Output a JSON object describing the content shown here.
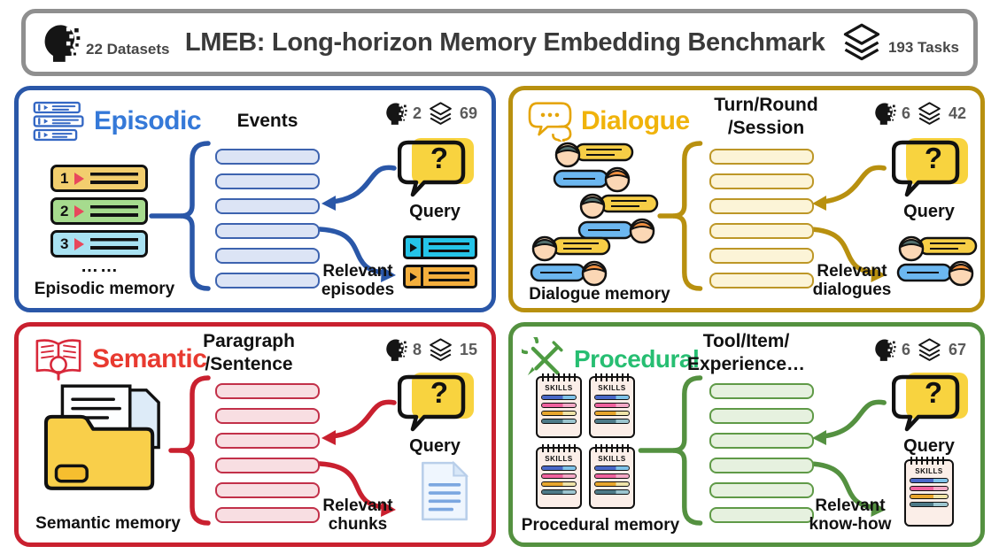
{
  "header": {
    "title": "LMEB: Long-horizon Memory Embedding Benchmark",
    "datasets_label": "22 Datasets",
    "tasks_label": "193 Tasks"
  },
  "query_mark": "?",
  "quadrants": {
    "episodic": {
      "title": "Episodic",
      "datasets_count": "2",
      "tasks_count": "69",
      "column_header": [
        "Events",
        ""
      ],
      "item_numbers": [
        "1",
        "2",
        "3"
      ],
      "ellipsis": "……",
      "memory_label": "Episodic memory",
      "query_label": "Query",
      "relevant": [
        "Relevant",
        "episodes"
      ]
    },
    "dialogue": {
      "title": "Dialogue",
      "datasets_count": "6",
      "tasks_count": "42",
      "column_header": [
        "Turn/Round",
        "/Session"
      ],
      "memory_label": "Dialogue memory",
      "query_label": "Query",
      "relevant": [
        "Relevant",
        "dialogues"
      ]
    },
    "semantic": {
      "title": "Semantic",
      "datasets_count": "8",
      "tasks_count": "15",
      "column_header": [
        "Paragraph",
        "/Sentence"
      ],
      "memory_label": "Semantic memory",
      "query_label": "Query",
      "relevant": [
        "Relevant",
        "chunks"
      ]
    },
    "procedural": {
      "title": "Procedural",
      "datasets_count": "6",
      "tasks_count": "67",
      "column_header": [
        "Tool/Item/",
        "Experience…"
      ],
      "skills_label": "SKILLS",
      "memory_label": "Procedural memory",
      "query_label": "Query",
      "relevant": [
        "Relevant",
        "know-how"
      ]
    }
  },
  "colors": {
    "banner_border": "#8F8F8F",
    "episodic_accent": "#2A57A8",
    "episodic_title": "#3579D8",
    "episodic_slot_fill": "#DCE4F5",
    "episodic_slot_border": "#3D63AF",
    "dialogue_accent": "#B8900F",
    "dialogue_title": "#F0B30B",
    "dialogue_slot_fill": "#FCF4D7",
    "dialogue_slot_border": "#BD9727",
    "semantic_accent": "#C9202F",
    "semantic_title": "#E83A30",
    "semantic_slot_fill": "#F8DEE2",
    "semantic_slot_border": "#C23049",
    "procedural_accent": "#549140",
    "procedural_title": "#27BE72",
    "procedural_slot_fill": "#E6F1DF",
    "procedural_slot_border": "#5F9A47",
    "query_yellow": "#F8D33F",
    "episode_cyan": "#25C4E8",
    "episode_orange": "#F4AF3D",
    "item_yellow": "#F2CE6E",
    "item_green": "#A6DB8E",
    "item_cyan": "#A9E2F2"
  }
}
